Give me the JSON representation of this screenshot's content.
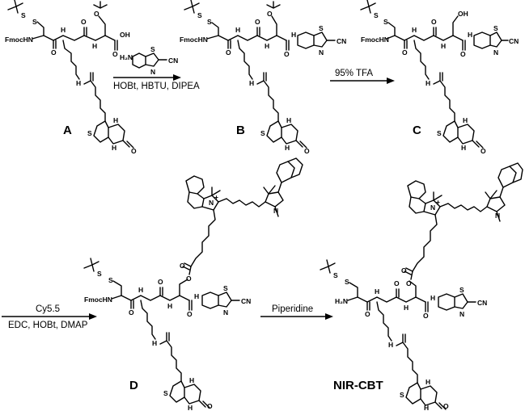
{
  "scheme": {
    "compounds": {
      "A": "A",
      "B": "B",
      "C": "C",
      "D": "D",
      "final": "NIR-CBT"
    },
    "step1": {
      "reagents": "HOBt, HBTU, DIPEA"
    },
    "step2": {
      "reagent": "95% TFA"
    },
    "step3": {
      "reagent": "Cy5.5",
      "conditions": "EDC, HOBt, DMAP"
    },
    "step4": {
      "reagent": "Piperidine"
    },
    "atoms": {
      "fmoc": "FmocHN",
      "nh": "H",
      "n": "N",
      "s": "S",
      "o": "O",
      "oh": "OH",
      "h2n": "H₂N",
      "cn": "CN",
      "ss": "S",
      "nplus": "N",
      "plus": "+"
    }
  }
}
